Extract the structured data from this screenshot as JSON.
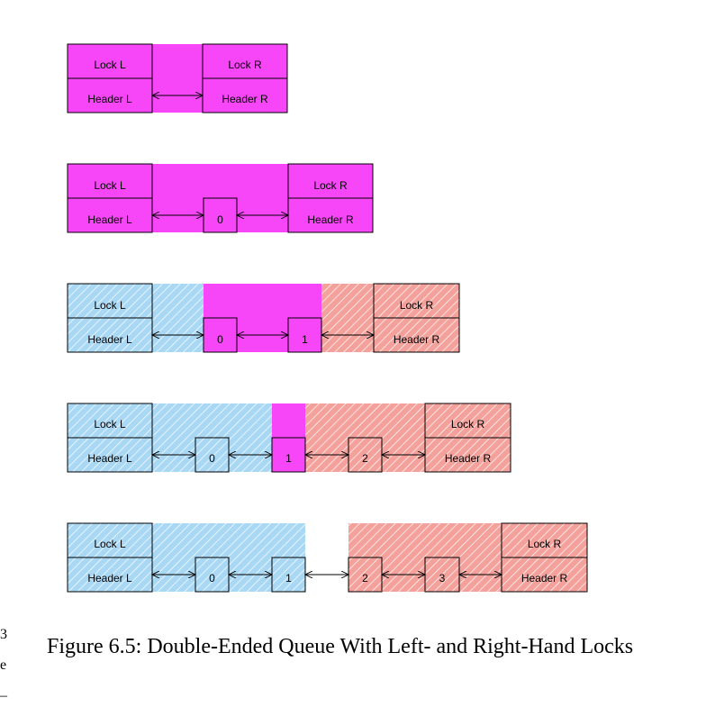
{
  "colors": {
    "magenta": "#f746f7",
    "blue_hatch_bg": "#a9d8f5",
    "blue_hatch_line": "#ffffff",
    "red_hatch_bg": "#f4a19c",
    "red_hatch_line": "#ffffff",
    "outline": "#000000"
  },
  "labels": {
    "lock_left": "Lock L",
    "lock_right": "Lock R",
    "header_left": "Header L",
    "header_right": "Header R"
  },
  "rows": [
    {
      "state": "empty",
      "nodes": []
    },
    {
      "state": "one-element",
      "nodes": [
        "0"
      ]
    },
    {
      "state": "two-elements",
      "nodes": [
        "0",
        "1"
      ]
    },
    {
      "state": "three-elements",
      "nodes": [
        "0",
        "1",
        "2"
      ]
    },
    {
      "state": "four-elements",
      "nodes": [
        "0",
        "1",
        "2",
        "3"
      ]
    }
  ],
  "caption": "Figure 6.5: Double-Ended Queue With Left- and Right-Hand Locks",
  "side_marks": [
    "3",
    "e",
    "–"
  ]
}
